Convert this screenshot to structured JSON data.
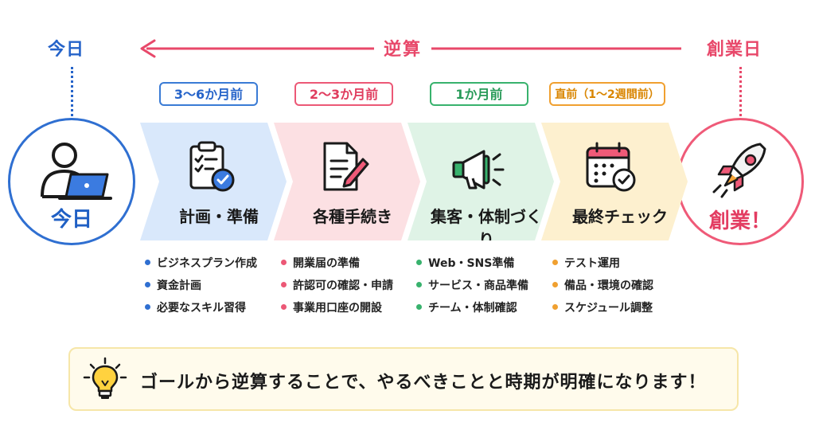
{
  "top": {
    "today_label": "今日",
    "launch_label": "創業日",
    "reverse_label": "逆算",
    "arrow_color": "#e8486a"
  },
  "start_circle": {
    "label": "今日",
    "icon": "person-laptop-icon",
    "color": "#2f6fd1"
  },
  "end_circle": {
    "label": "創業！",
    "icon": "rocket-icon",
    "color": "#ef5a78"
  },
  "steps": [
    {
      "timing": "3〜6か月前",
      "title": "計画・準備",
      "icon": "checklist-clipboard-icon",
      "color": "#2f6fd1",
      "tasks": [
        "ビジネスプラン作成",
        "資金計画",
        "必要なスキル習得"
      ]
    },
    {
      "timing": "2〜3か月前",
      "title": "各種手続き",
      "icon": "document-pencil-icon",
      "color": "#ec5876",
      "tasks": [
        "開業届の準備",
        "許認可の確認・申請",
        "事業用口座の開設"
      ]
    },
    {
      "timing": "1か月前",
      "title": "集客・体制づくり",
      "icon": "megaphone-icon",
      "color": "#38b26d",
      "tasks": [
        "Web・SNS準備",
        "サービス・商品準備",
        "チーム・体制確認"
      ]
    },
    {
      "timing": "直前（1〜2週間前）",
      "title": "最終チェック",
      "icon": "calendar-check-icon",
      "color": "#f0a030",
      "tasks": [
        "テスト運用",
        "備品・環境の確認",
        "スケジュール調整"
      ]
    }
  ],
  "tip": {
    "icon": "lightbulb-icon",
    "text": "ゴールから逆算することで、やるべきことと時期が明確になります！"
  }
}
